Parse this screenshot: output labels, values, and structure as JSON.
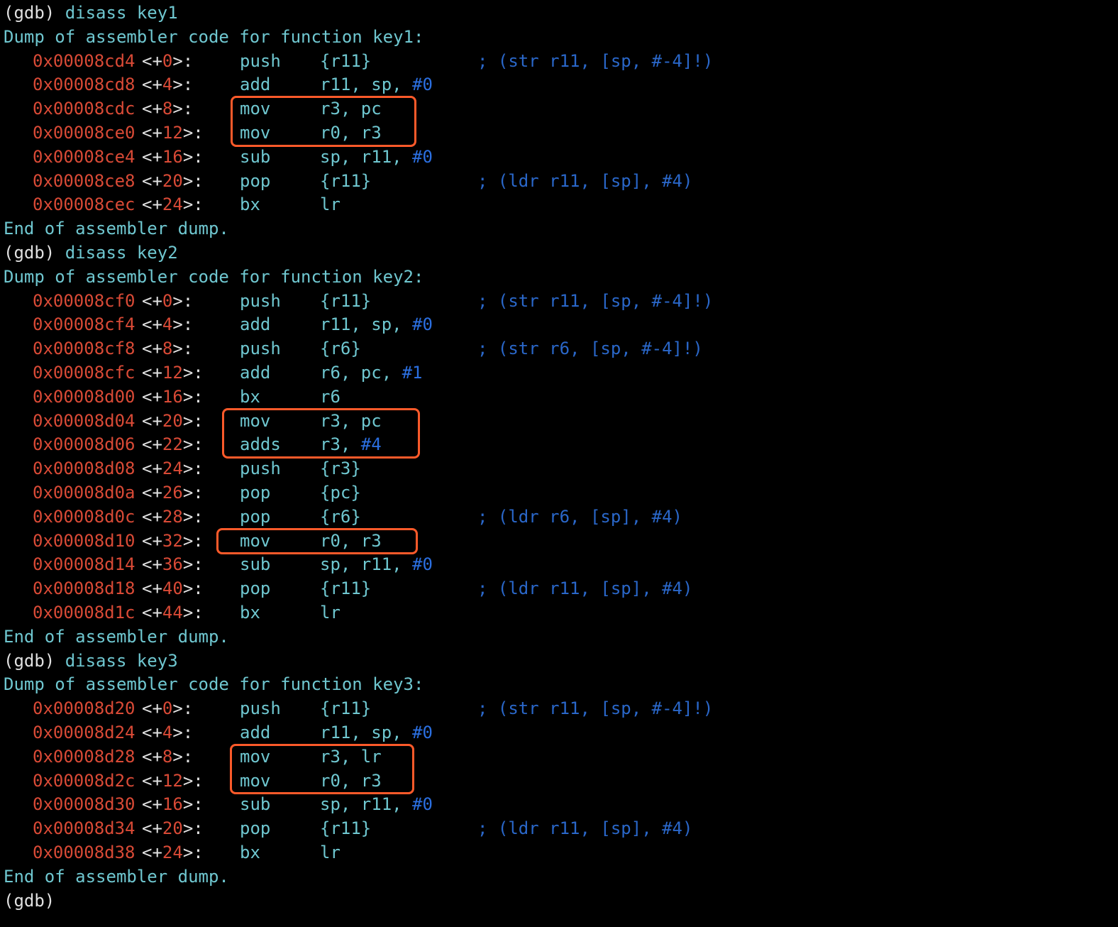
{
  "colors": {
    "background": "#000000",
    "prompt_text": "#6fc7d0",
    "address": "#d94a36",
    "immediate": "#2b6fe0",
    "comment": "#2a67c9",
    "highlight_box": "#ff5a2a"
  },
  "sections": [
    {
      "prompt": "(gdb)",
      "command": " disass key1",
      "header": "Dump of assembler code for function key1:",
      "instructions": [
        {
          "addr": "0x00008cd4",
          "off": "0",
          "mnem": "push",
          "ops": "{r11}",
          "imm": "",
          "comment": "; (str r11, [sp, #-4]!)"
        },
        {
          "addr": "0x00008cd8",
          "off": "4",
          "mnem": "add",
          "ops": "r11, sp, ",
          "imm": "#0",
          "comment": ""
        },
        {
          "addr": "0x00008cdc",
          "off": "8",
          "mnem": "mov",
          "ops": "r3, pc",
          "imm": "",
          "comment": ""
        },
        {
          "addr": "0x00008ce0",
          "off": "12",
          "mnem": "mov",
          "ops": "r0, r3",
          "imm": "",
          "comment": ""
        },
        {
          "addr": "0x00008ce4",
          "off": "16",
          "mnem": "sub",
          "ops": "sp, r11, ",
          "imm": "#0",
          "comment": ""
        },
        {
          "addr": "0x00008ce8",
          "off": "20",
          "mnem": "pop",
          "ops": "{r11}",
          "imm": "",
          "comment": "; (ldr r11, [sp], #4)"
        },
        {
          "addr": "0x00008cec",
          "off": "24",
          "mnem": "bx",
          "ops": "lr",
          "imm": "",
          "comment": ""
        }
      ],
      "footer": "End of assembler dump."
    },
    {
      "prompt": "(gdb)",
      "command": " disass key2",
      "header": "Dump of assembler code for function key2:",
      "instructions": [
        {
          "addr": "0x00008cf0",
          "off": "0",
          "mnem": "push",
          "ops": "{r11}",
          "imm": "",
          "comment": "; (str r11, [sp, #-4]!)"
        },
        {
          "addr": "0x00008cf4",
          "off": "4",
          "mnem": "add",
          "ops": "r11, sp, ",
          "imm": "#0",
          "comment": ""
        },
        {
          "addr": "0x00008cf8",
          "off": "8",
          "mnem": "push",
          "ops": "{r6}",
          "imm": "",
          "comment": "; (str r6, [sp, #-4]!)"
        },
        {
          "addr": "0x00008cfc",
          "off": "12",
          "mnem": "add",
          "ops": "r6, pc, ",
          "imm": "#1",
          "comment": ""
        },
        {
          "addr": "0x00008d00",
          "off": "16",
          "mnem": "bx",
          "ops": "r6",
          "imm": "",
          "comment": ""
        },
        {
          "addr": "0x00008d04",
          "off": "20",
          "mnem": "mov",
          "ops": "r3, pc",
          "imm": "",
          "comment": ""
        },
        {
          "addr": "0x00008d06",
          "off": "22",
          "mnem": "adds",
          "ops": "r3, ",
          "imm": "#4",
          "comment": ""
        },
        {
          "addr": "0x00008d08",
          "off": "24",
          "mnem": "push",
          "ops": "{r3}",
          "imm": "",
          "comment": ""
        },
        {
          "addr": "0x00008d0a",
          "off": "26",
          "mnem": "pop",
          "ops": "{pc}",
          "imm": "",
          "comment": ""
        },
        {
          "addr": "0x00008d0c",
          "off": "28",
          "mnem": "pop",
          "ops": "{r6}",
          "imm": "",
          "comment": "; (ldr r6, [sp], #4)"
        },
        {
          "addr": "0x00008d10",
          "off": "32",
          "mnem": "mov",
          "ops": "r0, r3",
          "imm": "",
          "comment": ""
        },
        {
          "addr": "0x00008d14",
          "off": "36",
          "mnem": "sub",
          "ops": "sp, r11, ",
          "imm": "#0",
          "comment": ""
        },
        {
          "addr": "0x00008d18",
          "off": "40",
          "mnem": "pop",
          "ops": "{r11}",
          "imm": "",
          "comment": "; (ldr r11, [sp], #4)"
        },
        {
          "addr": "0x00008d1c",
          "off": "44",
          "mnem": "bx",
          "ops": "lr",
          "imm": "",
          "comment": ""
        }
      ],
      "footer": "End of assembler dump."
    },
    {
      "prompt": "(gdb)",
      "command": " disass key3",
      "header": "Dump of assembler code for function key3:",
      "instructions": [
        {
          "addr": "0x00008d20",
          "off": "0",
          "mnem": "push",
          "ops": "{r11}",
          "imm": "",
          "comment": "; (str r11, [sp, #-4]!)"
        },
        {
          "addr": "0x00008d24",
          "off": "4",
          "mnem": "add",
          "ops": "r11, sp, ",
          "imm": "#0",
          "comment": ""
        },
        {
          "addr": "0x00008d28",
          "off": "8",
          "mnem": "mov",
          "ops": "r3, lr",
          "imm": "",
          "comment": ""
        },
        {
          "addr": "0x00008d2c",
          "off": "12",
          "mnem": "mov",
          "ops": "r0, r3",
          "imm": "",
          "comment": ""
        },
        {
          "addr": "0x00008d30",
          "off": "16",
          "mnem": "sub",
          "ops": "sp, r11, ",
          "imm": "#0",
          "comment": ""
        },
        {
          "addr": "0x00008d34",
          "off": "20",
          "mnem": "pop",
          "ops": "{r11}",
          "imm": "",
          "comment": "; (ldr r11, [sp], #4)"
        },
        {
          "addr": "0x00008d38",
          "off": "24",
          "mnem": "bx",
          "ops": "lr",
          "imm": "",
          "comment": ""
        }
      ],
      "footer": "End of assembler dump."
    }
  ],
  "final_prompt": "(gdb)"
}
